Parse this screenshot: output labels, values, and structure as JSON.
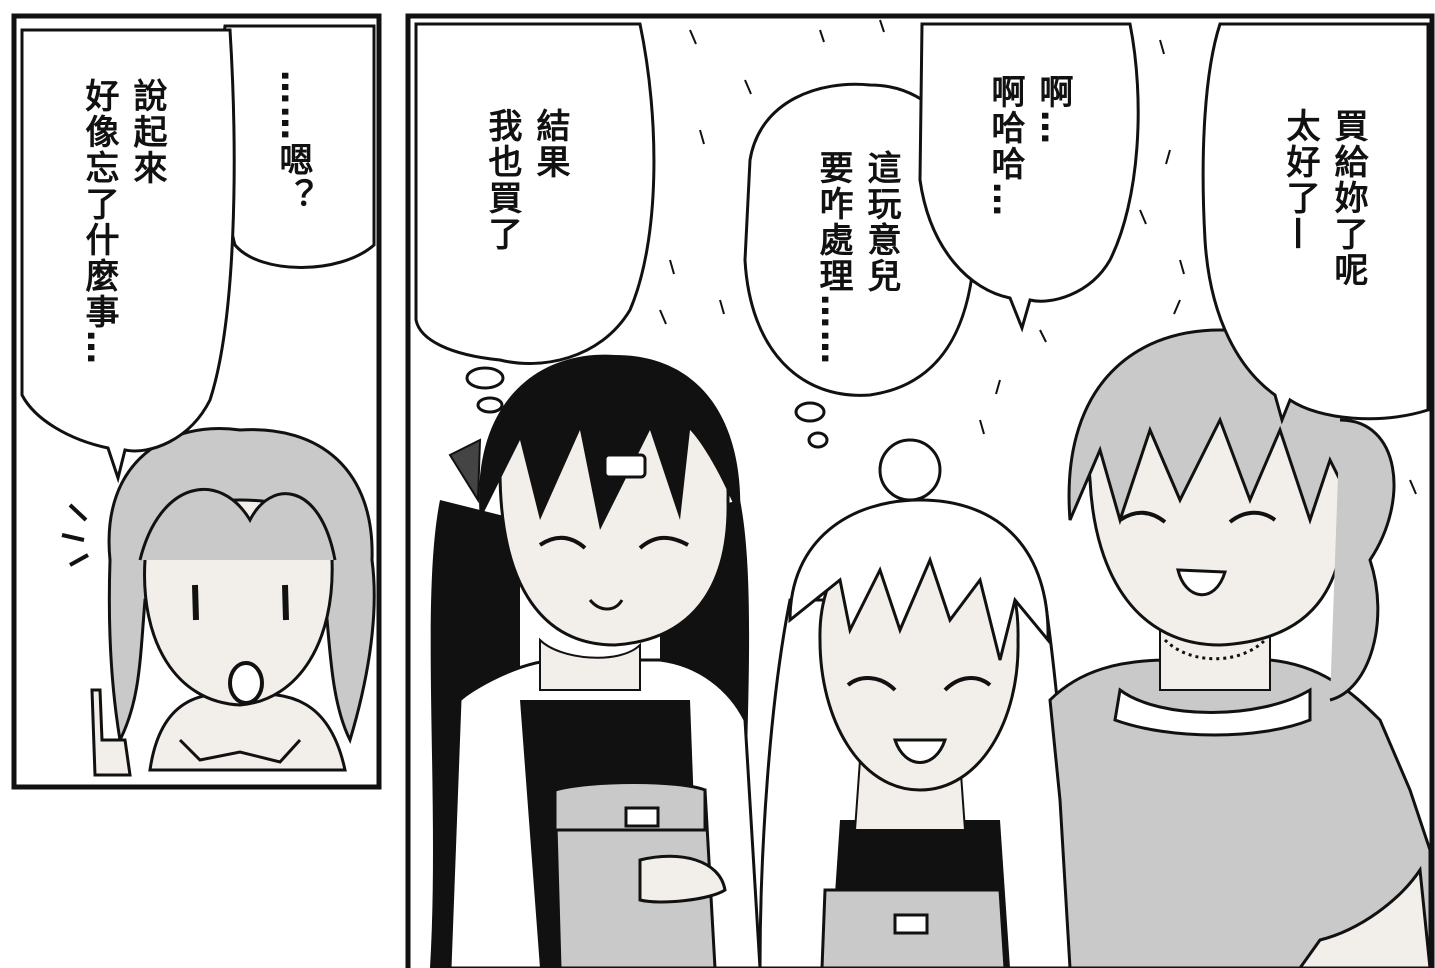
{
  "panels": [
    {
      "id": "left",
      "bubbles": [
        {
          "id": "hm",
          "lines": [
            "……嗯？"
          ]
        },
        {
          "id": "forgot",
          "lines": [
            "說起來",
            "好像忘了什麼事…"
          ]
        }
      ]
    },
    {
      "id": "right",
      "bubbles": [
        {
          "id": "bought",
          "lines": [
            "結果",
            "我也買了"
          ]
        },
        {
          "id": "what-to-do",
          "lines": [
            "這玩意兒",
            "要咋處理……"
          ]
        },
        {
          "id": "ahaha",
          "lines": [
            "啊…",
            "啊哈哈…"
          ]
        },
        {
          "id": "glad",
          "lines": [
            "買給妳了呢",
            "太好了—"
          ]
        }
      ]
    }
  ],
  "colors": {
    "ink": "#111111",
    "paper": "#ffffff",
    "screentone": "#c9c9c9",
    "skin": "#f2eeea"
  }
}
